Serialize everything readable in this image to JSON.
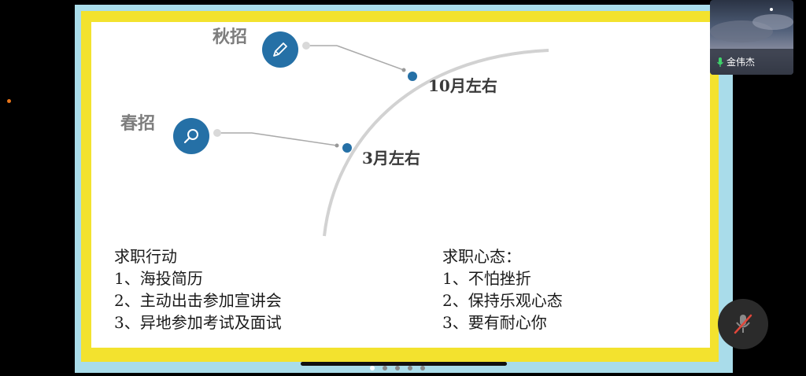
{
  "slide": {
    "autumn_label": "秋招",
    "spring_label": "春招",
    "autumn_time": "10月左右",
    "spring_time": "3月左右",
    "actions": {
      "title": "求职行动",
      "items": [
        "1、海投简历",
        "2、主动出击参加宣讲会",
        "3、异地参加考试及面试"
      ]
    },
    "mindset": {
      "title": "求职心态：",
      "items": [
        "1、不怕挫折",
        "2、保持乐观心态",
        "3、要有耐心你"
      ]
    }
  },
  "video": {
    "participant_name": "金伟杰"
  },
  "colors": {
    "accent_blue": "#2570a6",
    "border_light_blue": "#a9dcea",
    "border_yellow": "#f3e22e"
  },
  "icons": [
    "pencil-icon",
    "magnifier-icon",
    "microphone-icon",
    "microphone-muted-icon"
  ],
  "pager": {
    "count": 5,
    "active": 1
  }
}
